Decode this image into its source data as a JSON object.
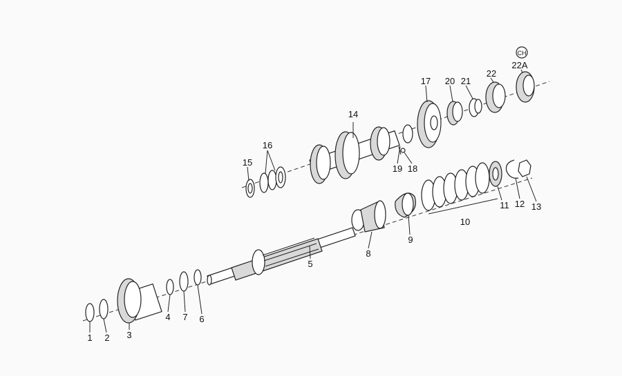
{
  "labels": {
    "p1": "1",
    "p2": "2",
    "p3": "3",
    "p4": "4",
    "p5": "5",
    "p6": "6",
    "p7": "7",
    "p8": "8",
    "p9": "9",
    "p10": "10",
    "p11": "11",
    "p12": "12",
    "p13": "13",
    "p14": "14",
    "p15": "15",
    "p16": "16",
    "p17": "17",
    "p18": "18",
    "p19": "19",
    "p20": "20",
    "p21": "21",
    "p22": "22",
    "p22a": "22A",
    "ch": "CH"
  }
}
